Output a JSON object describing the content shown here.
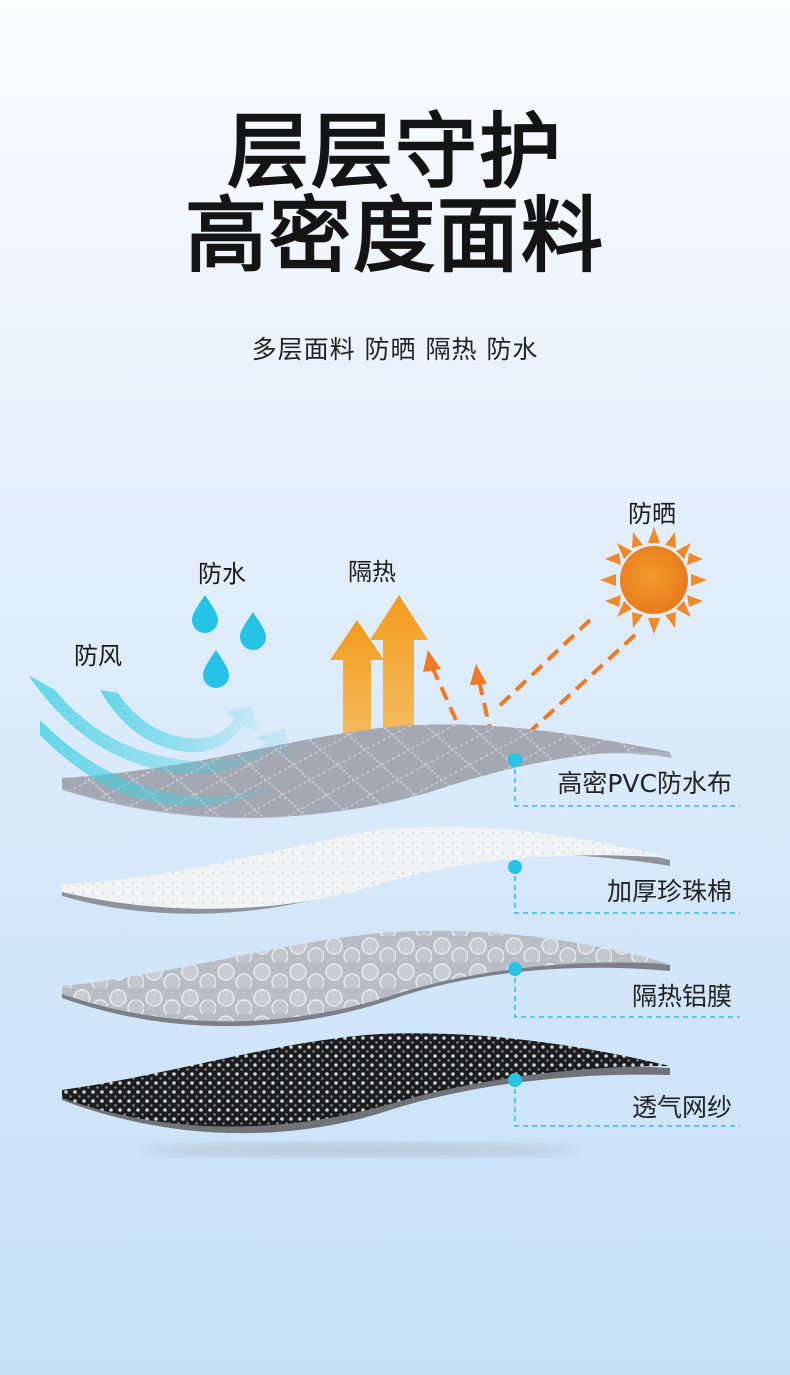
{
  "title_line1": "层层守护",
  "title_line2": "高密度面料",
  "subtitle": "多层面料 防晒 隔热 防水",
  "features": {
    "sun": "防晒",
    "water": "防水",
    "heat": "隔热",
    "wind": "防风"
  },
  "layers": [
    {
      "label": "高密PVC防水布"
    },
    {
      "label": "加厚珍珠棉"
    },
    {
      "label": "隔热铝膜"
    },
    {
      "label": "透气网纱"
    }
  ],
  "colors": {
    "sun": "#ee8a1f",
    "arrow_heat": "#f0a530",
    "water_drop": "#27c3e6",
    "wind": "#3fcfe0",
    "marker": "#27c3e6",
    "fabric_gray": "#9fa3ab"
  }
}
